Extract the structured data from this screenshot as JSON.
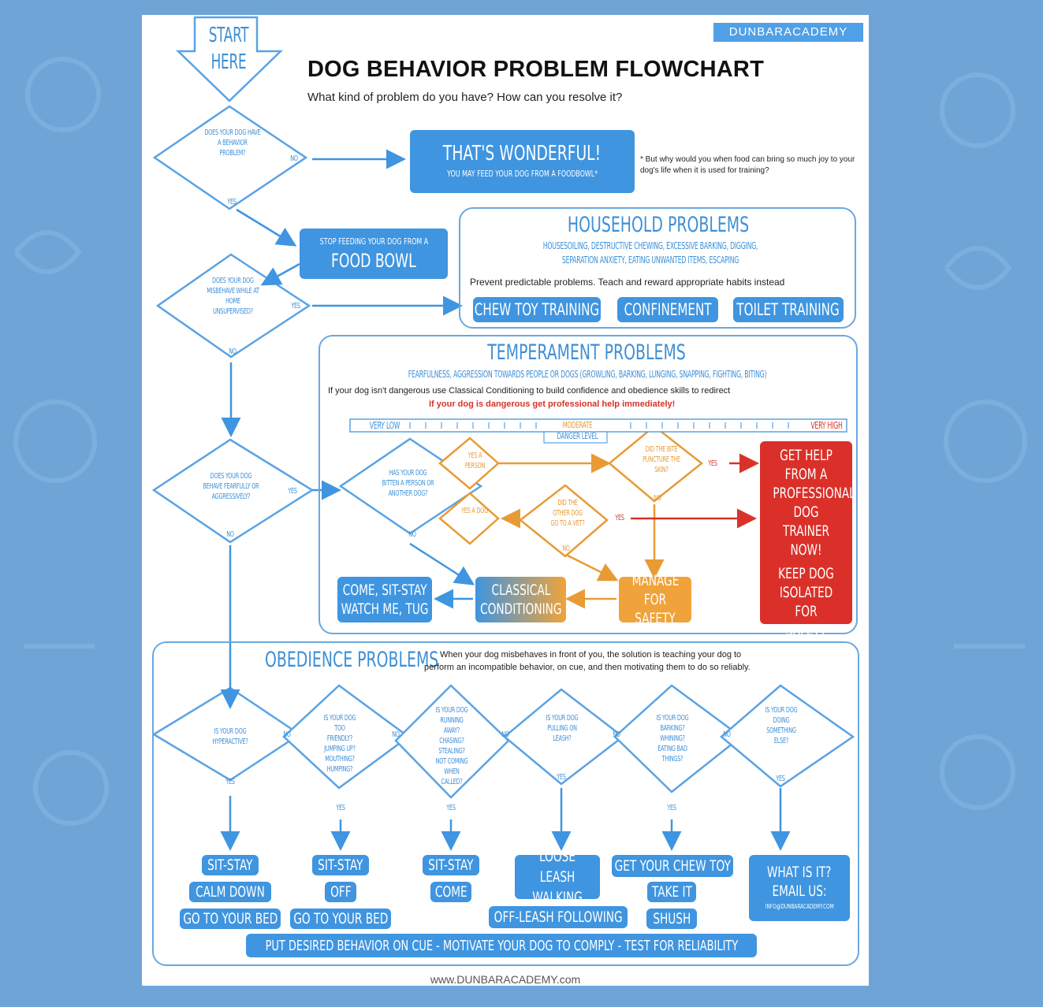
{
  "brand": "DUNBARACADEMY",
  "title": "DOG BEHAVIOR PROBLEM FLOWCHART",
  "subtitle": "What kind of problem do you have? How can you resolve it?",
  "start": {
    "line1": "START",
    "line2": "HERE"
  },
  "q1": {
    "text": "DOES YOUR DOG HAVE A BEHAVIOR PROBLEM?",
    "no": "NO",
    "yes": "YES"
  },
  "wonderful": {
    "title": "THAT'S WONDERFUL!",
    "sub": "YOU MAY FEED YOUR DOG FROM A FOODBOWL*"
  },
  "footnote": "* But why would you when food can bring so much joy to your dog's life when it is used for training?",
  "stop_bowl": {
    "line1": "STOP FEEDING YOUR DOG FROM A",
    "line2": "FOOD BOWL"
  },
  "q2": {
    "text": "DOES YOUR DOG MISBEHAVE WHILE AT HOME UNSUPERVISED?",
    "yes": "YES",
    "no": "NO"
  },
  "household": {
    "title": "HOUSEHOLD PROBLEMS",
    "list1": "HOUSESOILING, DESTRUCTIVE CHEWING, EXCESSIVE BARKING, DIGGING,",
    "list2": "SEPARATION ANXIETY, EATING UNWANTED ITEMS, ESCAPING",
    "advice": "Prevent predictable problems. Teach and reward appropriate habits instead",
    "buttons": [
      "CHEW TOY TRAINING",
      "CONFINEMENT",
      "TOILET TRAINING"
    ]
  },
  "temperament": {
    "title": "TEMPERAMENT PROBLEMS",
    "list": "FEARFULNESS, AGGRESSION TOWARDS PEOPLE OR DOGS (GROWLING, BARKING, LUNGING, SNAPPING, FIGHTING, BITING)",
    "advice": "If your dog isn't dangerous use Classical Conditioning to build confidence and obedience skills to redirect",
    "danger": "If your dog is dangerous get professional help immediately!",
    "scale_low": "VERY LOW",
    "scale_mid1": "MODERATE",
    "scale_mid2": "DANGER LEVEL",
    "scale_high": "VERY HIGH",
    "bitten": "HAS YOUR DOG BITTEN A PERSON OR ANOTHER DOG?",
    "yes_person": "YES A PERSON",
    "yes_dog": "YES A DOG",
    "puncture": "DID THE BITE PUNCTURE THE SKIN?",
    "vet": "DID THE OTHER DOG GO TO A VET?",
    "yes": "YES",
    "no": "NO",
    "help": [
      "GET HELP",
      "FROM A",
      "PROFESSIONAL",
      "DOG TRAINER",
      "NOW!",
      "KEEP DOG",
      "ISOLATED",
      "FOR",
      "SAFETY"
    ],
    "manage": [
      "MANAGE",
      "FOR SAFETY"
    ],
    "classical": [
      "CLASSICAL",
      "CONDITIONING"
    ],
    "come": [
      "COME, SIT-STAY",
      "WATCH ME, TUG"
    ]
  },
  "q3": {
    "text": "DOES YOUR DOG BEHAVE FEARFULLY OR AGGRESSIVELY?",
    "yes": "YES",
    "no": "NO"
  },
  "obedience": {
    "title": "OBEDIENCE PROBLEMS",
    "advice1": "When your dog misbehaves in front of you, the solution is teaching your dog to",
    "advice2": "perform an incompatible behavior, on cue, and then motivating them to do so reliably.",
    "questions": [
      "IS YOUR DOG HYPERACTIVE?",
      "IS YOUR DOG TOO FRIENDLY? JUMPING UP? MOUTHING? HUMPING?",
      "IS YOUR DOG RUNNING AWAY? CHASING? STEALING? NOT COMING WHEN CALLED?",
      "IS YOUR DOG PULLING ON LEASH?",
      "IS YOUR DOG BARKING? WHINING? EATING BAD THINGS?",
      "IS YOUR DOG DOING SOMETHING ELSE?"
    ],
    "yes": "YES",
    "no": "NO",
    "col1": [
      "SIT-STAY",
      "CALM DOWN",
      "GO TO YOUR BED"
    ],
    "col2": [
      "SIT-STAY",
      "OFF",
      "GO TO YOUR BED"
    ],
    "col3": [
      "SIT-STAY",
      "COME"
    ],
    "col4": [
      "LOOSE LEASH WALKING",
      "OFF-LEASH FOLLOWING"
    ],
    "col5": [
      "GET YOUR CHEW TOY",
      "TAKE IT",
      "SHUSH"
    ],
    "col6": {
      "line1": "WHAT IS IT?",
      "line2": "EMAIL US:",
      "email": "INFO@DUNBARACADEMY.COM"
    },
    "banner": "PUT DESIRED BEHAVIOR ON CUE - MOTIVATE YOUR DOG TO COMPLY - TEST FOR RELIABILITY"
  },
  "footer": "www.DUNBARACADEMY.com",
  "colors": {
    "background": "#6fa5d6",
    "blue": "#3f95e0",
    "orange": "#f0a33a",
    "red": "#db3029"
  }
}
